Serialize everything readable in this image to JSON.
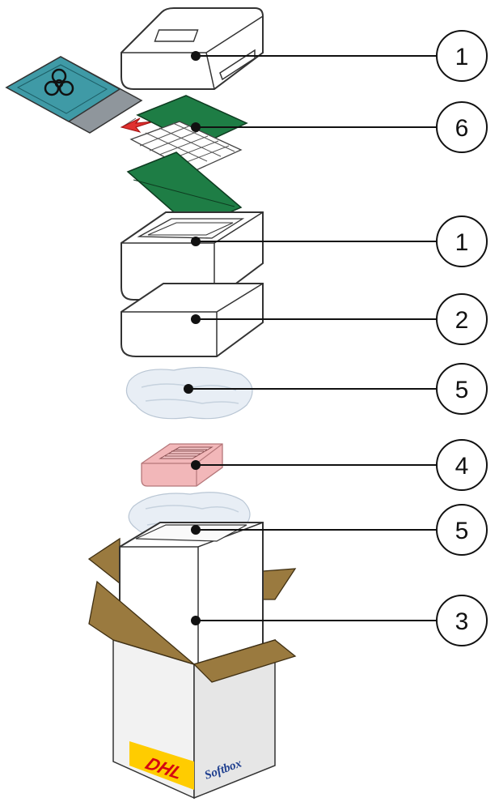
{
  "callouts": [
    {
      "label": "1"
    },
    {
      "label": "6"
    },
    {
      "label": "1"
    },
    {
      "label": "2"
    },
    {
      "label": "5"
    },
    {
      "label": "4"
    },
    {
      "label": "5"
    },
    {
      "label": "3"
    }
  ],
  "box_branding": {
    "left": "DHL",
    "right": "Softbox"
  },
  "colors": {
    "green_sheet": "#1e7d45",
    "pouch_teal": "#3f9aa6",
    "pouch_gray": "#8f969c",
    "cardboard": "#9a7a3f",
    "pink_rack": "#f2b7b9",
    "dhl_yellow": "#ffcc00",
    "dhl_red": "#d40511",
    "softbox_blue": "#1f3f8f"
  }
}
